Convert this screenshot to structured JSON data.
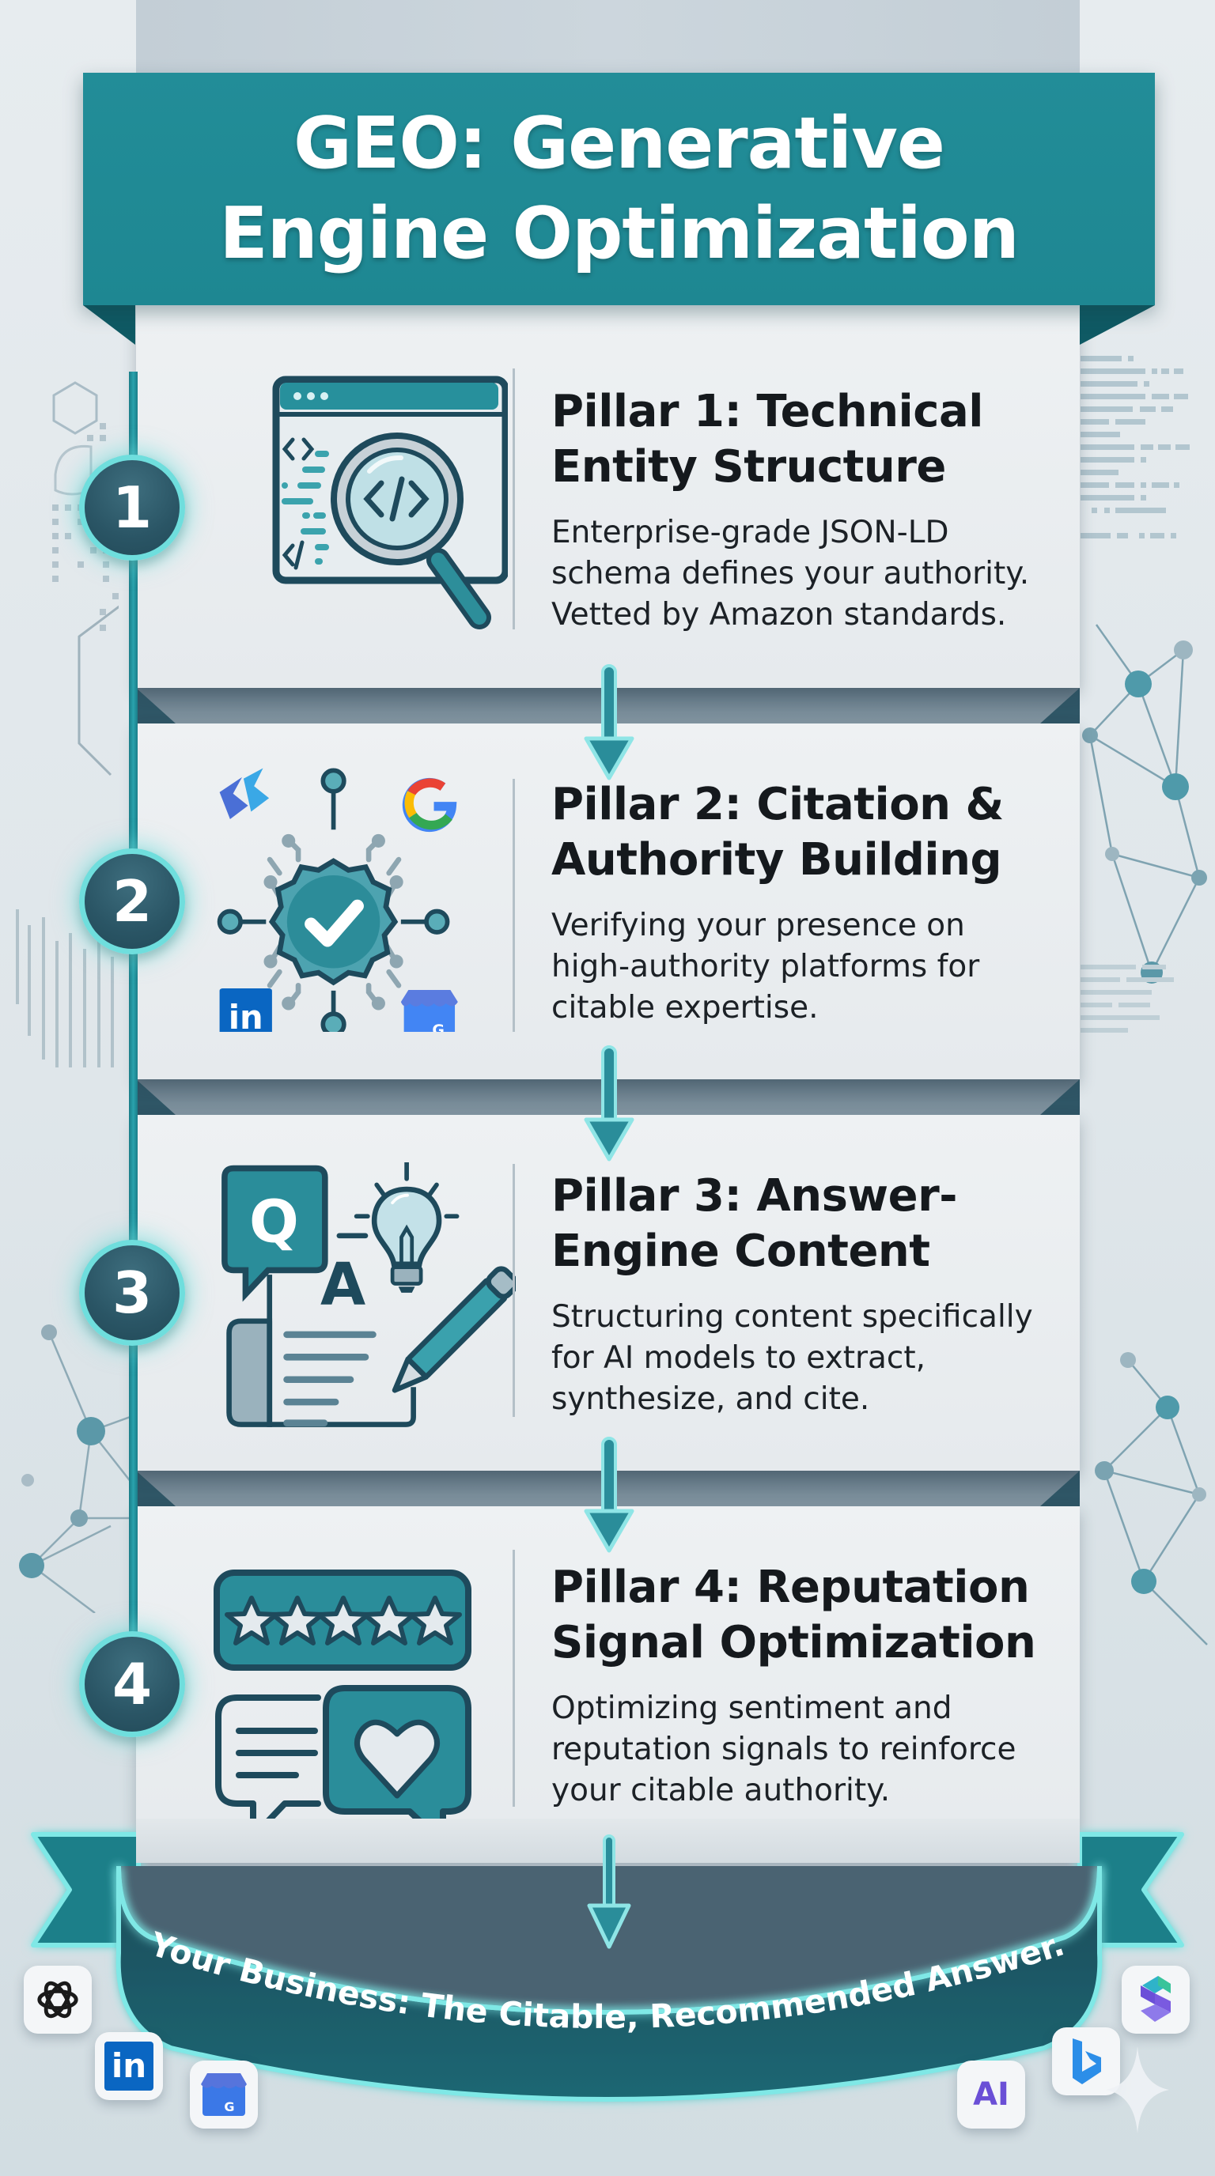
{
  "header": {
    "title_line1": "GEO: Generative",
    "title_line2": "Engine Optimization"
  },
  "pillars": [
    {
      "number": "1",
      "title_line1": "Pillar 1: Technical",
      "title_line2": "Entity Structure",
      "desc_lines": [
        "Enterprise-grade JSON-LD",
        "schema defines your authority.",
        "Vetted by Amazon standards."
      ],
      "icon": "code-search-icon"
    },
    {
      "number": "2",
      "title_line1": "Pillar 2: Citation &",
      "title_line2": "Authority Building",
      "desc_lines": [
        "Verifying your presence on",
        "high-authority platforms for",
        "citable expertise."
      ],
      "icon": "verified-badge-network-icon",
      "platform_icons": [
        "copilot-logo-icon",
        "google-logo-icon",
        "linkedin-logo-icon",
        "google-business-profile-icon"
      ],
      "platform_labels": {
        "linkedin": "in",
        "google_business": "G",
        "google": "G"
      }
    },
    {
      "number": "3",
      "title_line1": "Pillar 3: Answer-",
      "title_line2": "Engine Content",
      "desc_lines": [
        "Structuring content specifically",
        "for AI models to extract,",
        "synthesize, and cite."
      ],
      "icon": "qa-document-icon",
      "icon_labels": {
        "question": "Q",
        "answer": "A"
      }
    },
    {
      "number": "4",
      "title_line1": "Pillar 4: Reputation",
      "title_line2": "Signal Optimization",
      "desc_lines": [
        "Optimizing sentiment and",
        "reputation signals to reinforce",
        "your citable authority."
      ],
      "icon": "reviews-rating-icon",
      "stars": 5
    }
  ],
  "footer": {
    "ribbon_text": "Your Business: The Citable, Recommended Answer.",
    "app_icons_left": [
      {
        "name": "chatgpt-logo-icon",
        "label": ""
      },
      {
        "name": "linkedin-logo-icon",
        "label": "in"
      },
      {
        "name": "google-business-profile-icon",
        "label": "G"
      }
    ],
    "app_icons_right": [
      {
        "name": "perplexity-s-logo-icon",
        "label": ""
      },
      {
        "name": "bing-logo-icon",
        "label": ""
      },
      {
        "name": "ai-text-icon",
        "label": "AI"
      }
    ]
  },
  "colors": {
    "brand_teal": "#1f8893",
    "dark_teal": "#0f5a64",
    "glow_cyan": "#6fdedd",
    "badge_fill": "#2a5565",
    "card_bg": "#eceff2",
    "text_dark": "#15191d"
  }
}
